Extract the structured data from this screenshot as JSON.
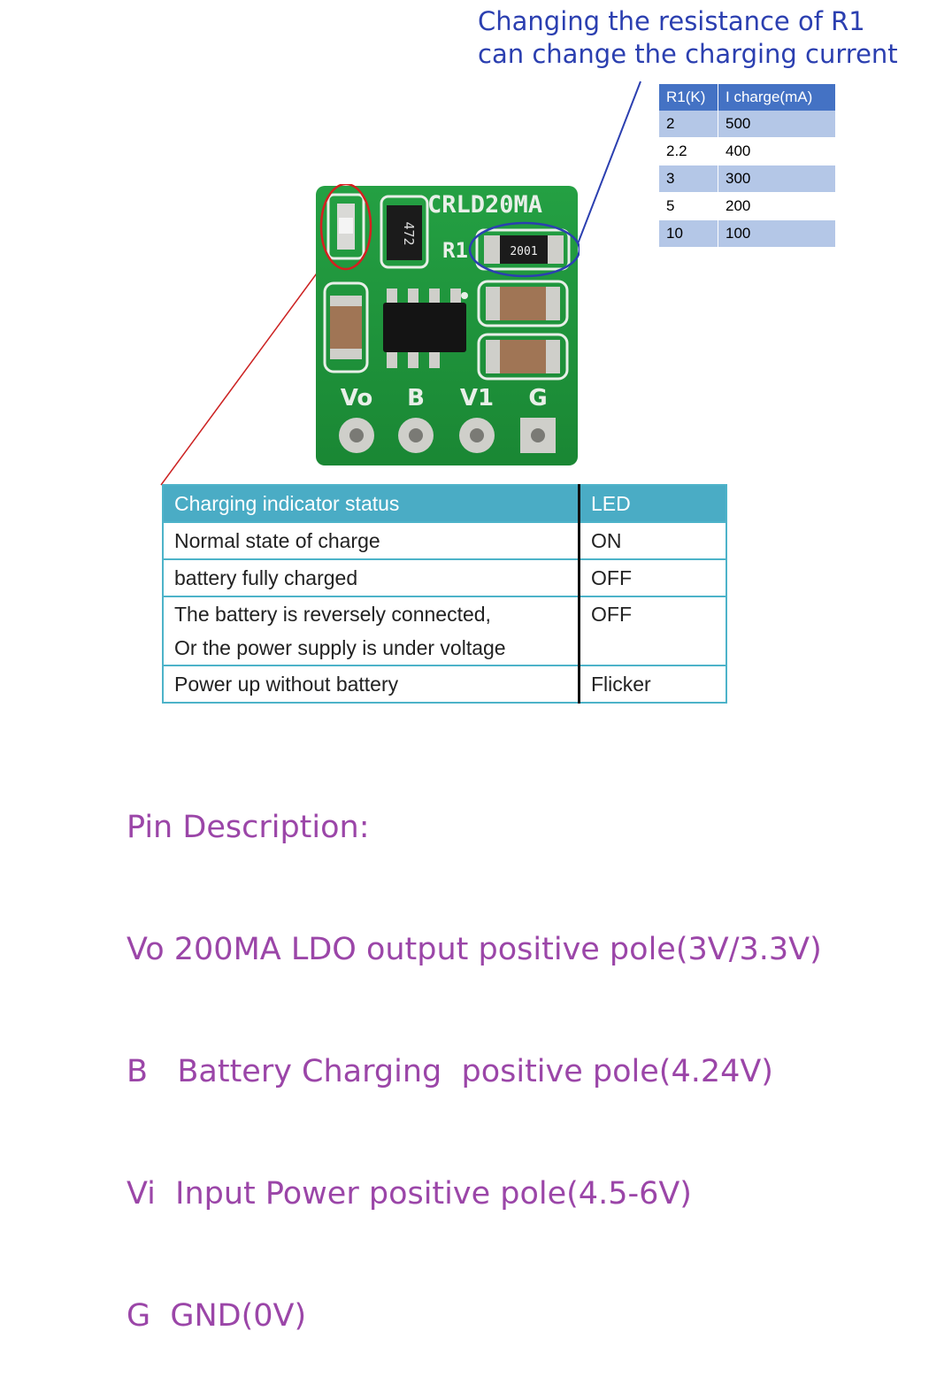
{
  "note": {
    "line1": "Changing the resistance of R1",
    "line2": "can change the charging current"
  },
  "r1_table": {
    "headers": [
      "R1(K)",
      "I charge(mA)"
    ],
    "rows": [
      [
        "2",
        "500"
      ],
      [
        "2.2",
        "400"
      ],
      [
        "3",
        "300"
      ],
      [
        "5",
        "200"
      ],
      [
        "10",
        "100"
      ]
    ]
  },
  "status_table": {
    "headers": [
      "Charging indicator status",
      "LED"
    ],
    "rows": [
      {
        "status": "Normal state of charge",
        "led": "ON"
      },
      {
        "status": "battery fully charged",
        "led": "OFF"
      },
      {
        "status": "The battery is reversely connected,",
        "status2": "Or the power supply is under voltage",
        "led": "OFF"
      },
      {
        "status": "Power up without battery",
        "led": "Flicker"
      }
    ]
  },
  "board": {
    "model": "CRLD20MA",
    "r1_label": "R1",
    "resistor_code": "2001",
    "side_resistor_code": "472",
    "pin_labels": [
      "Vo",
      "B",
      "V1",
      "G"
    ],
    "colors": {
      "pcb": "#1e8f3a",
      "silk": "#e8efe8",
      "pad": "#c9c9c4",
      "chip": "#1a1a1a"
    }
  },
  "pins": {
    "title": "Pin Description:",
    "items": [
      "Vo 200MA LDO output positive pole(3V/3.3V)",
      "B   Battery Charging  positive pole(4.24V)",
      "Vi  Input Power positive pole(4.5-6V)",
      "G  GND(0V)"
    ]
  }
}
